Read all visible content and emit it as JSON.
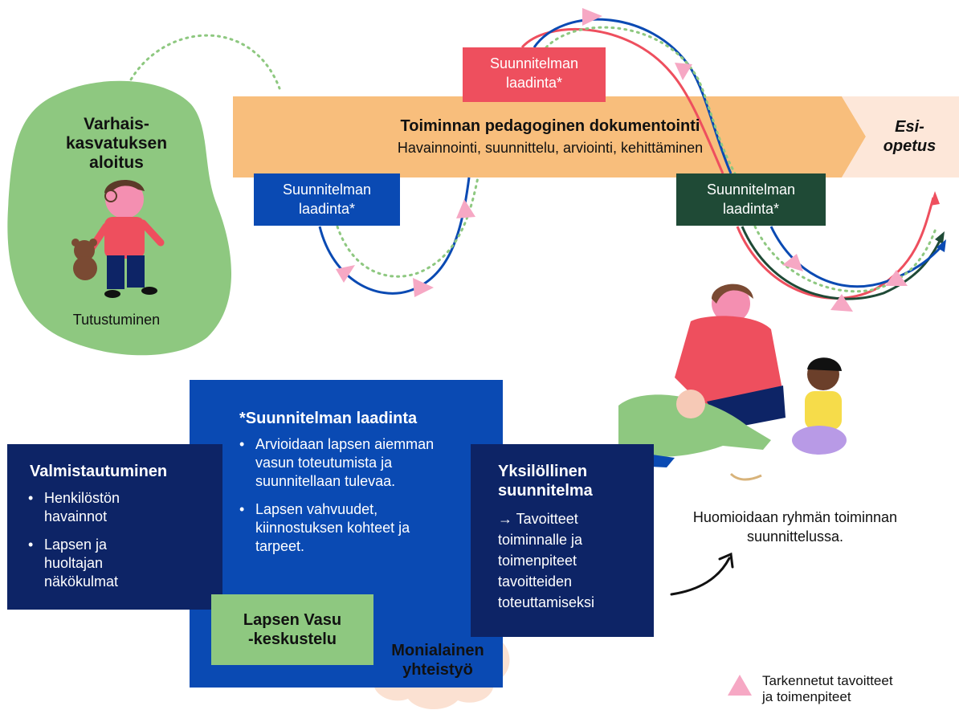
{
  "start": {
    "title": "Varhais-kasvatuksen aloitus",
    "title_lines": [
      "Varhais-",
      "kasvatuksen",
      "aloitus"
    ],
    "subtitle": "Tutustuminen"
  },
  "band": {
    "title": "Toiminnan pedagoginen dokumentointi",
    "subtitle": "Havainnointi, suunnittelu, arviointi, kehittäminen",
    "end_lines": [
      "Esi-",
      "opetus"
    ]
  },
  "plan_boxes": [
    {
      "id": "red",
      "lines": [
        "Suunnitelman",
        "laadinta*"
      ],
      "color": "#ee4f5e"
    },
    {
      "id": "blue",
      "lines": [
        "Suunnitelman",
        "laadinta*"
      ],
      "color": "#0a4ab3"
    },
    {
      "id": "green",
      "lines": [
        "Suunnitelman",
        "laadinta*"
      ],
      "color": "#1f4a36"
    }
  ],
  "preparation": {
    "title": "Valmistautuminen",
    "items": [
      "Henkilöstön havainnot",
      "Lapsen ja huoltajan näkökulmat"
    ]
  },
  "planning": {
    "title": "*Suunnitelman laadinta",
    "items": [
      "Arvioidaan lapsen aiemman vasun toteutumista ja suunnitellaan tulevaa.",
      "Lapsen vahvuudet, kiinnostuksen kohteet ja tarpeet."
    ]
  },
  "individual": {
    "title": "Yksilöllinen suunnitelma",
    "title_lines": [
      "Yksilöllinen",
      "suunnitelma"
    ],
    "body": "→ Tavoitteet toiminnalle ja toimenpiteet tavoitteiden toteuttamiseksi"
  },
  "vasu": {
    "lines": [
      "Lapsen Vasu",
      "-keskustelu"
    ]
  },
  "cooperation": {
    "lines": [
      "Monialainen",
      "yhteistyö"
    ]
  },
  "group_note": "Huomioidaan ryhmän toiminnan suunnittelussa.",
  "legend": {
    "text": "Tarkennetut tavoitteet ja toimenpiteet",
    "lines": [
      "Tarkennetut tavoitteet",
      "ja toimenpiteet"
    ]
  },
  "colors": {
    "green_blob": "#8ec880",
    "band": "#f8be7c",
    "band_end": "#fde7d9",
    "red": "#ee4f5e",
    "blue": "#0a4ab3",
    "navy": "#0d2466",
    "dark_green": "#1f4a36",
    "pink": "#f6a8c4",
    "cloud": "#fbe1d2"
  }
}
